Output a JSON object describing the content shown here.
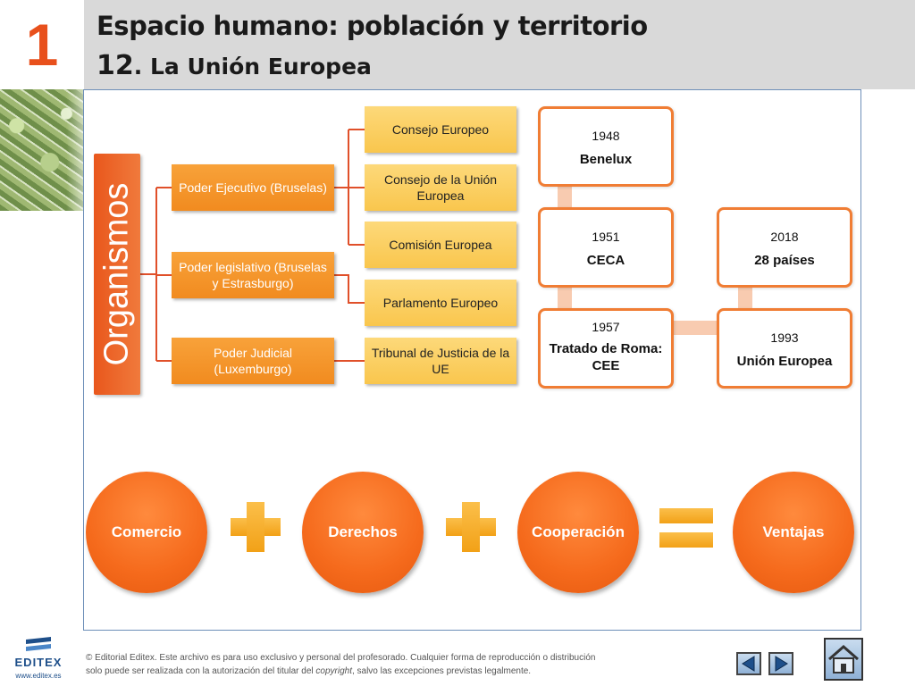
{
  "header": {
    "number": "1",
    "title": "Espacio humano: población y territorio",
    "subtitle_num": "12",
    "subtitle_text": ". La Unión Europea"
  },
  "organismos": {
    "label": "Organismos",
    "poderes": [
      {
        "label": "Poder Ejecutivo (Bruselas)"
      },
      {
        "label": "Poder legislativo (Bruselas y Estrasburgo)"
      },
      {
        "label": "Poder Judicial (Luxemburgo)"
      }
    ],
    "organos": [
      {
        "label": "Consejo Europeo"
      },
      {
        "label": "Consejo de la Unión Europea"
      },
      {
        "label": "Comisión Europea"
      },
      {
        "label": "Parlamento Europeo"
      },
      {
        "label": "Tribunal de Justicia de la UE"
      }
    ]
  },
  "timeline": [
    {
      "year": "1948",
      "label": "Benelux"
    },
    {
      "year": "1951",
      "label": "CECA"
    },
    {
      "year": "1957",
      "label": "Tratado de Roma: CEE"
    },
    {
      "year": "1993",
      "label": "Unión Europea"
    },
    {
      "year": "2018",
      "label": "28 países"
    }
  ],
  "equation": {
    "terms": [
      "Comercio",
      "Derechos",
      "Cooperación",
      "Ventajas"
    ]
  },
  "footer": {
    "logo_name": "EDITEX",
    "logo_url": "www.editex.es",
    "copyright_line1": "© Editorial Editex. Este archivo es para uso exclusivo y personal del profesorado. Cualquier forma de reproducción o distribución",
    "copyright_line2_a": "solo puede ser realizada con la autorización del titular del ",
    "copyright_line2_em": "copyright",
    "copyright_line2_b": ", salvo las excepciones previstas legalmente."
  },
  "colors": {
    "accent": "#e8501c",
    "orange": "#f18b1f",
    "yellow": "#f9c64d",
    "circle": "#f56a1c"
  }
}
